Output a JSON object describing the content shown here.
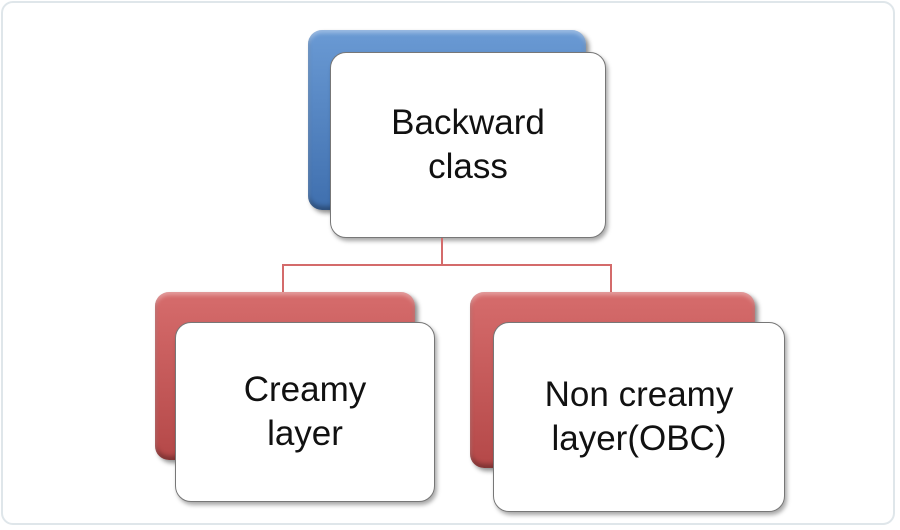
{
  "diagram": {
    "root": {
      "label_line1": "Backward",
      "label_line2": "class",
      "color": "#4f7fc0"
    },
    "children": [
      {
        "label_line1": "Creamy",
        "label_line2": "layer",
        "color": "#c25656"
      },
      {
        "label_line1": "Non creamy",
        "label_line2": "layer(OBC)",
        "color": "#c25656"
      }
    ],
    "connector_color": "#d46b6b"
  }
}
